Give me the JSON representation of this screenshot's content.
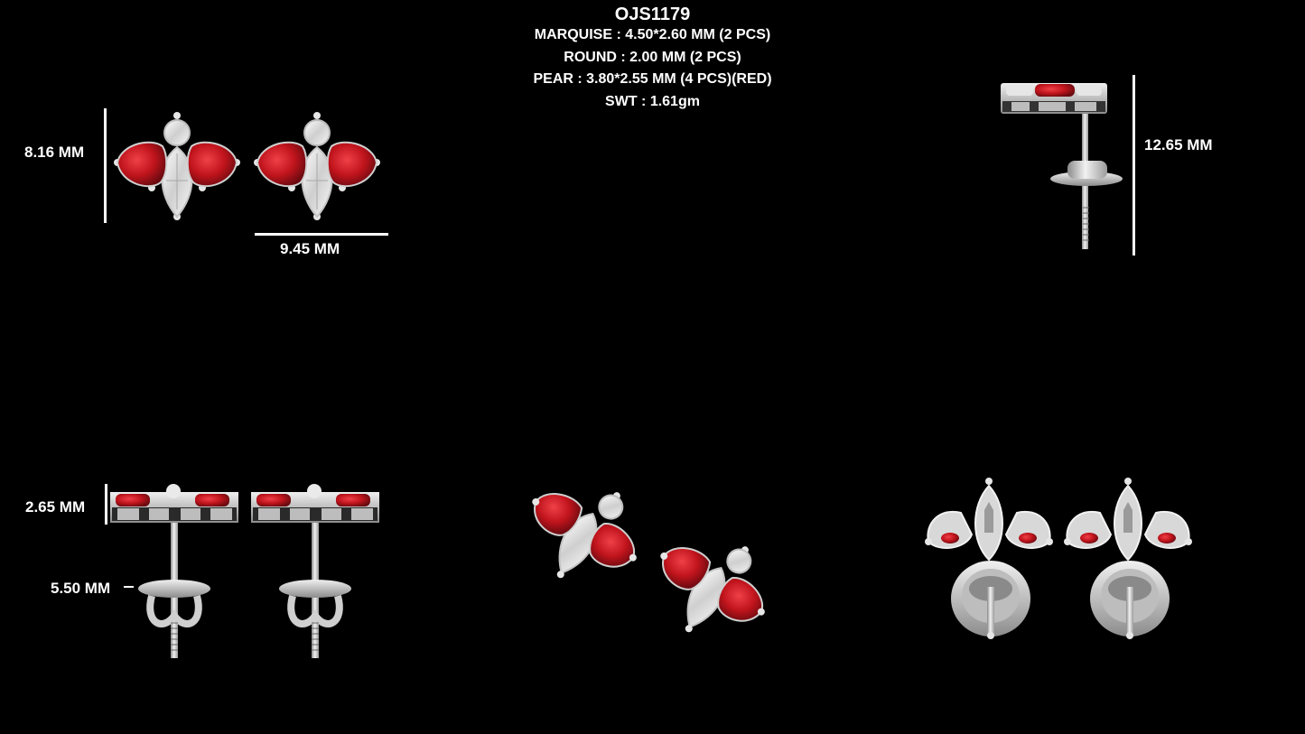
{
  "product": {
    "code": "OJS1179",
    "specs": [
      "MARQUISE : 4.50*2.60 MM (2 PCS)",
      "ROUND : 2.00 MM (2 PCS)",
      "PEAR : 3.80*2.55 MM (4 PCS)(RED)",
      "SWT : 1.61gm"
    ]
  },
  "dimensions": {
    "height": "8.16 MM",
    "width": "9.45 MM",
    "total_length": "12.65 MM",
    "depth": "2.65 MM",
    "back_size": "5.50 MM"
  },
  "colors": {
    "background": "#000000",
    "ruby": "#c0141c",
    "metal": "#d8d8d8",
    "diamond": "#f2f2f2"
  }
}
